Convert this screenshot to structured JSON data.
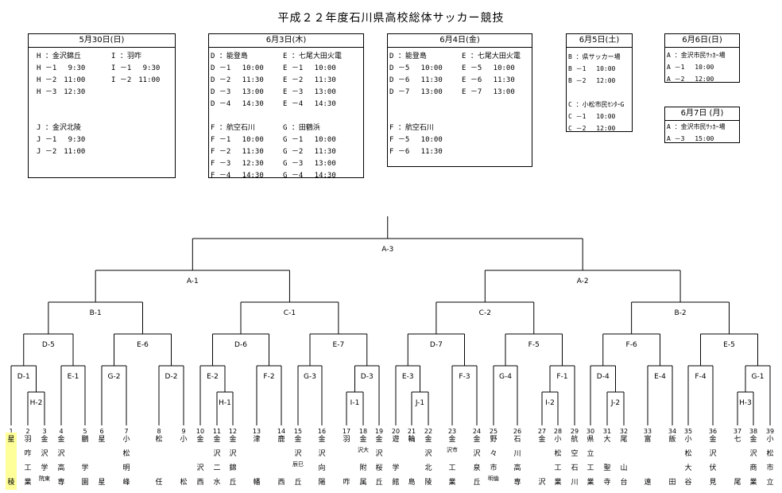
{
  "title": "平成２２年度石川県高校総体サッカー競技",
  "schedule": [
    {
      "date": "5月30日(日)",
      "cols": [
        [
          "H ：金沢錦丘",
          "H －1　 9:30",
          "H －2　11:00",
          "H －3　12:30",
          "",
          "",
          "J ：金沢北陵",
          "J －1　 9:30",
          "J －2　11:00"
        ],
        [
          "I ：羽咋",
          "I －1　 9:30",
          "I －2　11:00"
        ]
      ]
    },
    {
      "date": "6月3日(木)",
      "cols": [
        [
          "D ：能登島",
          "D －1　 10:00",
          "D －2　 11:30",
          "D －3　 13:00",
          "D －4　 14:30",
          "",
          "F ：航空石川",
          "F －1　 10:00",
          "F －2　 11:30",
          "F －3　 12:30",
          "F －4　 14:30"
        ],
        [
          "E ：七尾大田火電",
          "E －1　 10:00",
          "E －2　 11:30",
          "E －3　 13:00",
          "E －4　 14:30",
          "",
          "G ：田鶴浜",
          "G －1　 10:00",
          "G －2　 11:30",
          "G －3　 13:00",
          "G －4　 14:30"
        ]
      ]
    },
    {
      "date": "6月4日(金)",
      "cols": [
        [
          "D ：能登島",
          "D －5　 10:00",
          "D －6　 11:30",
          "D －7　 13:00",
          "",
          "",
          "F ：航空石川",
          "F －5　 10:00",
          "F －6　 11:30"
        ],
        [
          "E ：七尾大田火電",
          "E －5　 10:00",
          "E －6　 11:30",
          "E －7　 13:00"
        ]
      ]
    },
    {
      "date": "6月5日(土)",
      "cols": [
        [
          "B ：県サッカー場",
          "B －1　 10:00",
          "B －2　 12:00",
          "",
          "C ：小松市民ｾﾝﾀｰG",
          "C －1　 10:00",
          "C －2　 12:00"
        ]
      ]
    },
    {
      "date": "6月6日(日)",
      "cols": [
        [
          "A ：金沢市民ｻｯｶｰ場",
          "A －1　 10:00",
          "A －2　 12:00"
        ]
      ]
    },
    {
      "date": "6月7日 (月)",
      "cols": [
        [
          "A ：金沢市民ｻｯｶｰ場",
          "A －3　 15:00"
        ]
      ]
    }
  ],
  "teams": [
    {
      "n": "1",
      "c": [
        "星",
        "",
        "",
        "稜"
      ]
    },
    {
      "n": "2",
      "c": [
        "羽",
        "咋",
        "工",
        "業"
      ]
    },
    {
      "n": "3",
      "c": [
        "金",
        "沢",
        "学",
        "院東"
      ]
    },
    {
      "n": "4",
      "c": [
        "金",
        "沢",
        "高",
        "専"
      ]
    },
    {
      "n": "5",
      "c": [
        "鵬",
        "",
        "学",
        "園"
      ]
    },
    {
      "n": "6",
      "c": [
        "星",
        "",
        "",
        "星"
      ]
    },
    {
      "n": "7",
      "c": [
        "小",
        "松",
        "明",
        "峰"
      ]
    },
    {
      "n": "8",
      "c": [
        "松",
        "",
        "",
        "任"
      ]
    },
    {
      "n": "9",
      "c": [
        "小",
        "",
        "",
        "松"
      ]
    },
    {
      "n": "10",
      "c": [
        "金",
        "",
        "沢",
        "西"
      ]
    },
    {
      "n": "11",
      "c": [
        "金",
        "沢",
        "二",
        "水"
      ]
    },
    {
      "n": "12",
      "c": [
        "金",
        "沢",
        "錦",
        "丘"
      ]
    },
    {
      "n": "13",
      "c": [
        "津",
        "",
        "",
        "幡"
      ]
    },
    {
      "n": "14",
      "c": [
        "鹿",
        "",
        "",
        "西"
      ]
    },
    {
      "n": "15",
      "c": [
        "金",
        "沢",
        "辰巳",
        "丘"
      ]
    },
    {
      "n": "16",
      "c": [
        "金",
        "沢",
        "向",
        "陽"
      ]
    },
    {
      "n": "17",
      "c": [
        "羽",
        "",
        "",
        "咋"
      ]
    },
    {
      "n": "18",
      "c": [
        "金",
        "沢大",
        "附",
        "属"
      ]
    },
    {
      "n": "19",
      "c": [
        "金",
        "沢",
        "桜",
        "丘"
      ]
    },
    {
      "n": "20",
      "c": [
        "遊",
        "",
        "学",
        "館"
      ]
    },
    {
      "n": "21",
      "c": [
        "輪",
        "",
        "",
        "島"
      ]
    },
    {
      "n": "22",
      "c": [
        "金",
        "沢",
        "北",
        "陵"
      ]
    },
    {
      "n": "23",
      "c": [
        "金",
        "沢市",
        "工",
        "業"
      ]
    },
    {
      "n": "24",
      "c": [
        "金",
        "沢",
        "泉",
        "丘"
      ]
    },
    {
      "n": "25",
      "c": [
        "野",
        "々",
        "市",
        "明倫"
      ]
    },
    {
      "n": "26",
      "c": [
        "石",
        "川",
        "高",
        "専"
      ]
    },
    {
      "n": "27",
      "c": [
        "金",
        "",
        "",
        "沢"
      ]
    },
    {
      "n": "28",
      "c": [
        "小",
        "松",
        "工",
        "業"
      ]
    },
    {
      "n": "29",
      "c": [
        "航",
        "空",
        "石",
        "川"
      ]
    },
    {
      "n": "30",
      "c": [
        "県",
        "立",
        "工",
        "業"
      ]
    },
    {
      "n": "31",
      "c": [
        "大",
        "",
        "聖",
        "寺"
      ]
    },
    {
      "n": "32",
      "c": [
        "尾",
        "",
        "山",
        "台"
      ]
    },
    {
      "n": "33",
      "c": [
        "富",
        "",
        "",
        "遠"
      ]
    },
    {
      "n": "34",
      "c": [
        "飯",
        "",
        "",
        "田"
      ]
    },
    {
      "n": "35",
      "c": [
        "小",
        "松",
        "大",
        "谷"
      ]
    },
    {
      "n": "36",
      "c": [
        "金",
        "沢",
        "伏",
        "見"
      ]
    },
    {
      "n": "37",
      "c": [
        "七",
        "",
        "",
        "尾"
      ]
    },
    {
      "n": "38",
      "c": [
        "金",
        "沢",
        "商",
        "業"
      ]
    },
    {
      "n": "39",
      "c": [
        "小",
        "松",
        "市",
        "立"
      ]
    }
  ],
  "labels": {
    "A3": "A-3",
    "A1": "A-1",
    "A2": "A-2",
    "B1": "B-1",
    "C1": "C-1",
    "C2": "C-2",
    "B2": "B-2",
    "D5": "D-5",
    "E6": "E-6",
    "D6": "D-6",
    "E7": "E-7",
    "D7": "D-7",
    "F5": "F-5",
    "F6": "F-6",
    "E5": "E-5",
    "D1": "D-1",
    "E1": "E-1",
    "G2": "G-2",
    "D2": "D-2",
    "E2": "E-2",
    "F2": "F-2",
    "G3": "G-3",
    "D3": "D-3",
    "E3": "E-3",
    "F3": "F-3",
    "G4": "G-4",
    "F1": "F-1",
    "D4": "D-4",
    "E4": "E-4",
    "F4": "F-4",
    "G1": "G-1",
    "H2": "H-2",
    "H1": "H-1",
    "I1": "I-1",
    "J1": "J-1",
    "I2": "I-2",
    "J2": "J-2",
    "H3": "H-3"
  }
}
